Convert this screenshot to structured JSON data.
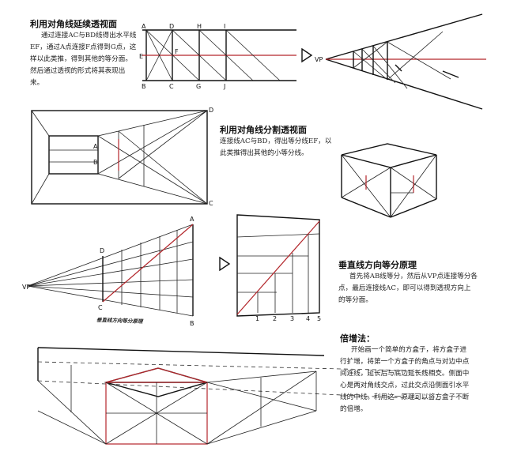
{
  "sections": {
    "s1": {
      "title": "利用对角线延续透视面",
      "body": "通过连接AC与BD线得出水平线EF，通过A点连接F点得到G点，这样以此类推，得到其他的等分面。然后通过透视的形式将其表现出来。"
    },
    "s2": {
      "title": "利用对角线分割透视面",
      "body": "连接线AC与BD，得出等分线EF，以此类推得出其他的小等分线。"
    },
    "s3": {
      "title": "垂直线方向等分原理",
      "body": "首先将AB线等分，然后从VP点连接等分各点，最后连接线AC，即可以得到透视方向上的等分面。",
      "caption": "垂直线方向等分原理"
    },
    "s4": {
      "title": "倍增法：",
      "body": "开始画一个简单的方盒子，将方盒子进行扩增，将第一个方盒子的角点与对边中点间连线，延长后与底边延长线相交。侧面中心是两对角线交点，过此交点沿侧面引水平线的中线。利用这一原理可以将方盒子不断的倍增。"
    }
  },
  "labels": {
    "d1": [
      "A",
      "D",
      "H",
      "I",
      "B",
      "C",
      "G",
      "J",
      "E",
      "F"
    ],
    "vp": "VP",
    "d3": [
      "A",
      "B",
      "D",
      "C",
      "1",
      "2",
      "3",
      "4",
      "5"
    ]
  },
  "colors": {
    "accent": "#b3262b",
    "ink": "#111111"
  }
}
